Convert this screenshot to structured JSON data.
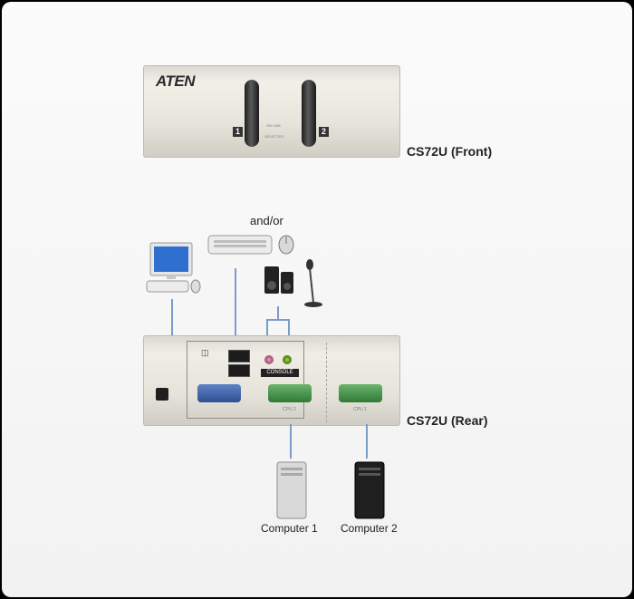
{
  "front": {
    "logo": "ATEN",
    "port1": "1",
    "port2": "2",
    "online_label": "ON LINE",
    "selected_label": "SELECTED",
    "caption": "CS72U (Front)"
  },
  "rear": {
    "caption": "CS72U (Rear)",
    "console_label": "CONSOLE",
    "cpu2_label": "CPU 2",
    "cpu1_label": "CPU 1"
  },
  "connection_text": "and/or",
  "computers": [
    {
      "label": "Computer 1"
    },
    {
      "label": "Computer 2"
    }
  ],
  "colors": {
    "line": "#7a9cc8",
    "vga_console": "#2f4f95",
    "vga_cpu": "#2e7a34",
    "mic_jack": "#e08ab0",
    "speaker_jack": "#8cc63f"
  }
}
